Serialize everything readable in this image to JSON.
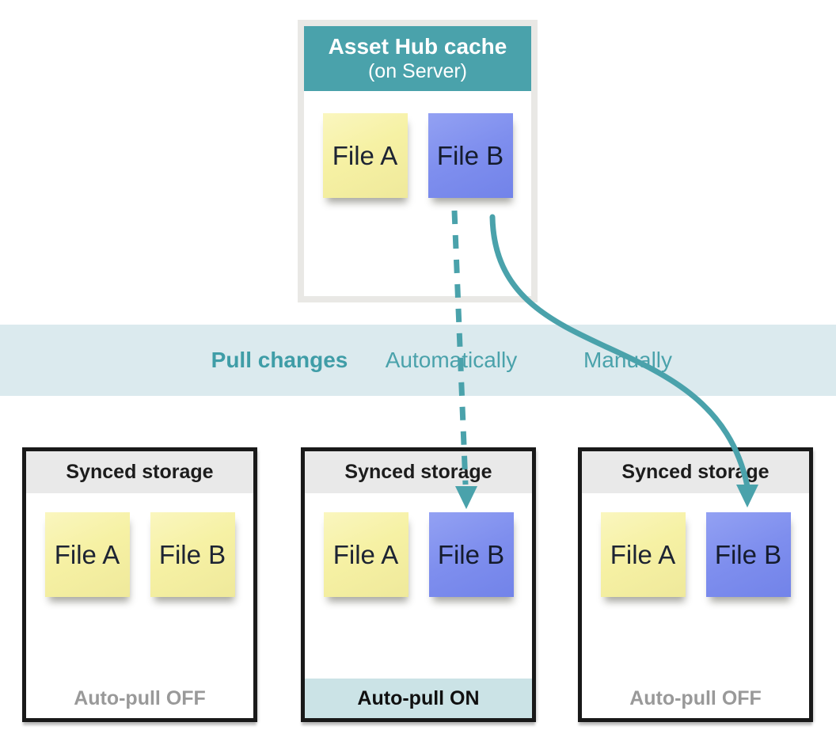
{
  "colors": {
    "teal": "#4aa2ab",
    "teal_dark": "#3f9da7",
    "band_bg": "#dbeaee",
    "on_band_bg": "#cbe3e6",
    "note_yellow": "#f6f1a4",
    "note_blue": "#7e8eee",
    "off_text": "#999999",
    "storage_header_bg": "#e9e9e9"
  },
  "server_box": {
    "title": "Asset Hub cache",
    "subtitle": "(on Server)",
    "files": [
      {
        "label": "File A",
        "color": "yellow"
      },
      {
        "label": "File B",
        "color": "blue"
      }
    ]
  },
  "band": {
    "title": "Pull changes",
    "automatic_label": "Automatically",
    "manual_label": "Manually"
  },
  "storages": [
    {
      "title": "Synced storage",
      "files": [
        {
          "label": "File A",
          "color": "yellow"
        },
        {
          "label": "File B",
          "color": "yellow"
        }
      ],
      "footer": "Auto-pull OFF",
      "footer_state": "off"
    },
    {
      "title": "Synced storage",
      "files": [
        {
          "label": "File A",
          "color": "yellow"
        },
        {
          "label": "File B",
          "color": "blue"
        }
      ],
      "footer": "Auto-pull ON",
      "footer_state": "on"
    },
    {
      "title": "Synced storage",
      "files": [
        {
          "label": "File A",
          "color": "yellow"
        },
        {
          "label": "File B",
          "color": "blue"
        }
      ],
      "footer": "Auto-pull OFF",
      "footer_state": "off"
    }
  ]
}
